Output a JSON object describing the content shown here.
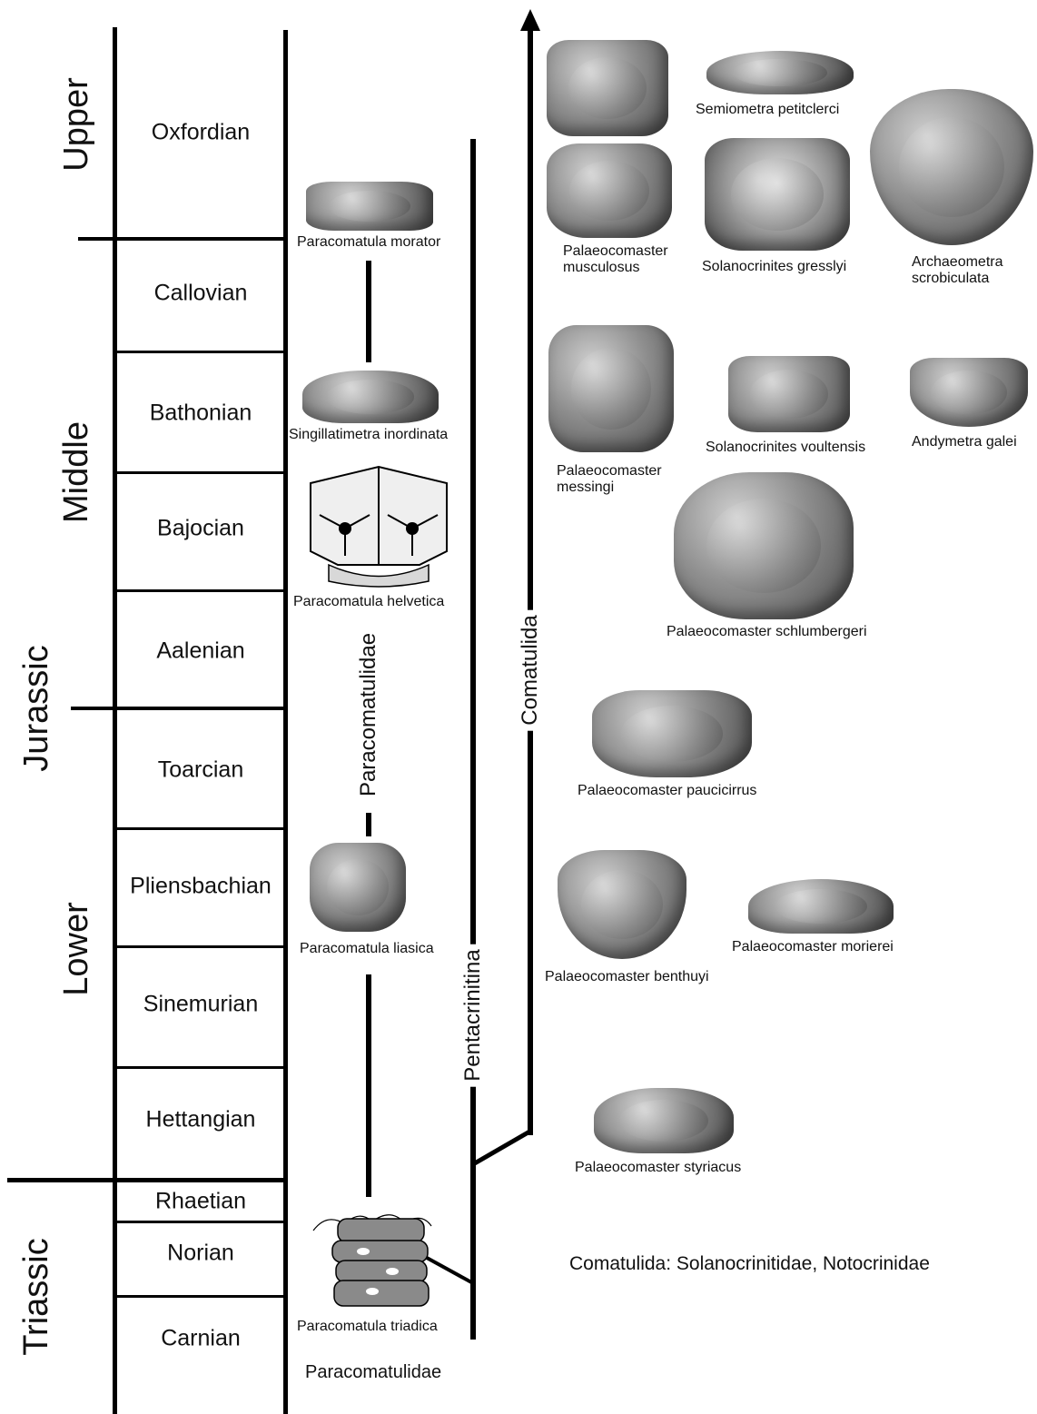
{
  "periods": [
    {
      "id": "jurassic",
      "label": "Jurassic"
    },
    {
      "id": "triassic",
      "label": "Triassic"
    }
  ],
  "epochs": [
    {
      "id": "upper",
      "label": "Upper"
    },
    {
      "id": "middle",
      "label": "Middle"
    },
    {
      "id": "lower",
      "label": "Lower"
    }
  ],
  "stages": [
    "Oxfordian",
    "Callovian",
    "Bathonian",
    "Bajocian",
    "Aalenian",
    "Toarcian",
    "Pliensbachian",
    "Sinemurian",
    "Hettangian",
    "Rhaetian",
    "Norian",
    "Carnian"
  ],
  "clades": {
    "paracomatulidae_vertical": "Paracomatulidae",
    "pentacrinitina": "Pentacrinitina",
    "comatulida": "Comatulida",
    "paracomatulidae_bottom": "Paracomatulidae"
  },
  "specimens": {
    "paracomatula_morator": "Paracomatula morator",
    "singillatimetra_inordinata": "Singillatimetra inordinata",
    "paracomatula_helvetica": "Paracomatula helvetica",
    "paracomatula_liasica": "Paracomatula liasica",
    "paracomatula_triadica": "Paracomatula triadica",
    "semiometra_petitclerci": "Semiometra petitclerci",
    "palaeocomaster_musculosus": "Palaeocomaster\nmusculosus",
    "solanocrinites_gresslyi": "Solanocrinites gresslyi",
    "archaeometra_scrobiculata": "Archaeometra\nscrobiculata",
    "palaeocomaster_messingi": "Palaeocomaster\nmessingi",
    "solanocrinites_voultensis": "Solanocrinites voultensis",
    "andymetra_galei": "Andymetra galei",
    "palaeocomaster_schlumbergeri": "Palaeocomaster schlumbergeri",
    "palaeocomaster_paucicirrus": "Palaeocomaster paucicirrus",
    "palaeocomaster_benthuyi": "Palaeocomaster benthuyi",
    "palaeocomaster_morierei": "Palaeocomaster morierei",
    "palaeocomaster_styriacus": "Palaeocomaster styriacus"
  },
  "footnote": "Comatulida: Solanocrinitidae, Notocrinidae"
}
